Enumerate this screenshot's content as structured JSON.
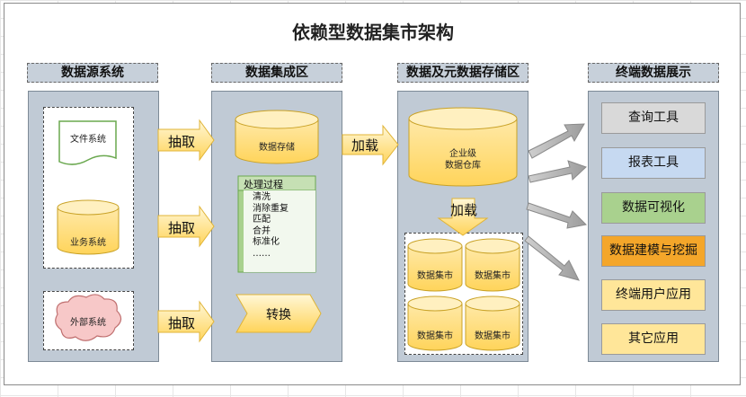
{
  "title": "依赖型数据集市架构",
  "columns": {
    "source": "数据源系统",
    "integration": "数据集成区",
    "storage": "数据及元数据存储区",
    "display": "终端数据展示"
  },
  "source": {
    "file_system": "文件系统",
    "business_system": "业务系统",
    "external_system": "外部系统"
  },
  "arrows": {
    "extract1": "抽取",
    "extract2": "抽取",
    "extract3": "抽取",
    "load1": "加载",
    "load2": "加载"
  },
  "integration": {
    "data_store": "数据存储",
    "process_title": "处理过程",
    "process_items": [
      "清洗",
      "消除重复",
      "匹配",
      "合并",
      "标准化",
      "……"
    ],
    "transform": "转换"
  },
  "storage": {
    "warehouse_line1": "企业级",
    "warehouse_line2": "数据仓库",
    "marts": [
      "数据集市",
      "数据集市",
      "数据集市",
      "数据集市"
    ]
  },
  "tools": [
    {
      "label": "查询工具",
      "color": "#d9d9d9"
    },
    {
      "label": "报表工具",
      "color": "#c6d9f1"
    },
    {
      "label": "数据可视化",
      "color": "#a9d18e"
    },
    {
      "label": "数据建模与挖掘",
      "color": "#f4a62a"
    },
    {
      "label": "终端用户应用",
      "color": "#ffe699"
    },
    {
      "label": "其它应用",
      "color": "#ffe699"
    }
  ]
}
